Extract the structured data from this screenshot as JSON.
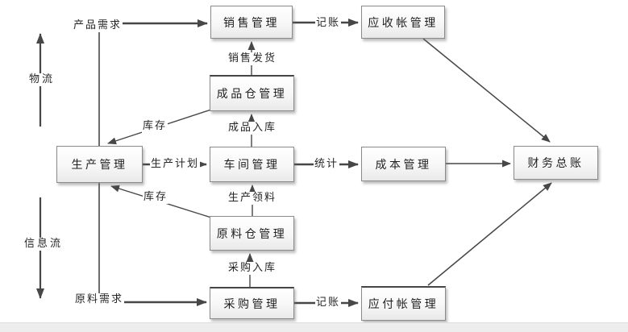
{
  "diagram": {
    "nodes": {
      "sales_mgmt": {
        "label": "销售管理"
      },
      "receivables_mgmt": {
        "label": "应收帐管理"
      },
      "finished_goods_warehouse": {
        "label": "成品仓管理"
      },
      "production_mgmt": {
        "label": "生产管理"
      },
      "workshop_mgmt": {
        "label": "车间管理"
      },
      "cost_mgmt": {
        "label": "成本管理"
      },
      "general_ledger": {
        "label": "财务总账"
      },
      "raw_material_warehouse": {
        "label": "原料仓管理"
      },
      "purchasing_mgmt": {
        "label": "采购管理"
      },
      "payables_mgmt": {
        "label": "应付帐管理"
      }
    },
    "edge_labels": {
      "product_demand": "产品需求",
      "bookkeeping_top": "记账",
      "sales_shipping": "销售发货",
      "inventory_upper": "库存",
      "finished_goods_inbound": "成品入库",
      "production_plan": "生产计划",
      "statistics": "统计",
      "production_issue": "生产领料",
      "inventory_lower": "库存",
      "purchase_inbound": "采购入库",
      "raw_material_demand": "原料需求",
      "bookkeeping_bottom": "记账"
    },
    "legend": {
      "material_flow": "物流",
      "information_flow": "信息流"
    },
    "edges": [
      {
        "from": "生产管理",
        "to": "销售管理",
        "label": "产品需求"
      },
      {
        "from": "销售管理",
        "to": "应收帐管理",
        "label": "记账"
      },
      {
        "from": "成品仓管理",
        "to": "销售管理",
        "label": "销售发货"
      },
      {
        "from": "成品仓管理",
        "to": "生产管理",
        "label": "库存"
      },
      {
        "from": "车间管理",
        "to": "成品仓管理",
        "label": "成品入库"
      },
      {
        "from": "生产管理",
        "to": "车间管理",
        "label": "生产计划"
      },
      {
        "from": "车间管理",
        "to": "成本管理",
        "label": "统计"
      },
      {
        "from": "成本管理",
        "to": "财务总账",
        "label": ""
      },
      {
        "from": "原料仓管理",
        "to": "车间管理",
        "label": "生产领料"
      },
      {
        "from": "原料仓管理",
        "to": "生产管理",
        "label": "库存"
      },
      {
        "from": "采购管理",
        "to": "原料仓管理",
        "label": "采购入库"
      },
      {
        "from": "生产管理",
        "to": "采购管理",
        "label": "原料需求"
      },
      {
        "from": "采购管理",
        "to": "应付帐管理",
        "label": "记账"
      },
      {
        "from": "应收帐管理",
        "to": "财务总账",
        "label": ""
      },
      {
        "from": "应付帐管理",
        "to": "财务总账",
        "label": ""
      }
    ],
    "colors": {
      "line": "#474747",
      "box_border": "#8a8a8a",
      "box_fill": "#efefef",
      "text": "#1f1f1f",
      "bottom_bar": "#ededed"
    }
  }
}
